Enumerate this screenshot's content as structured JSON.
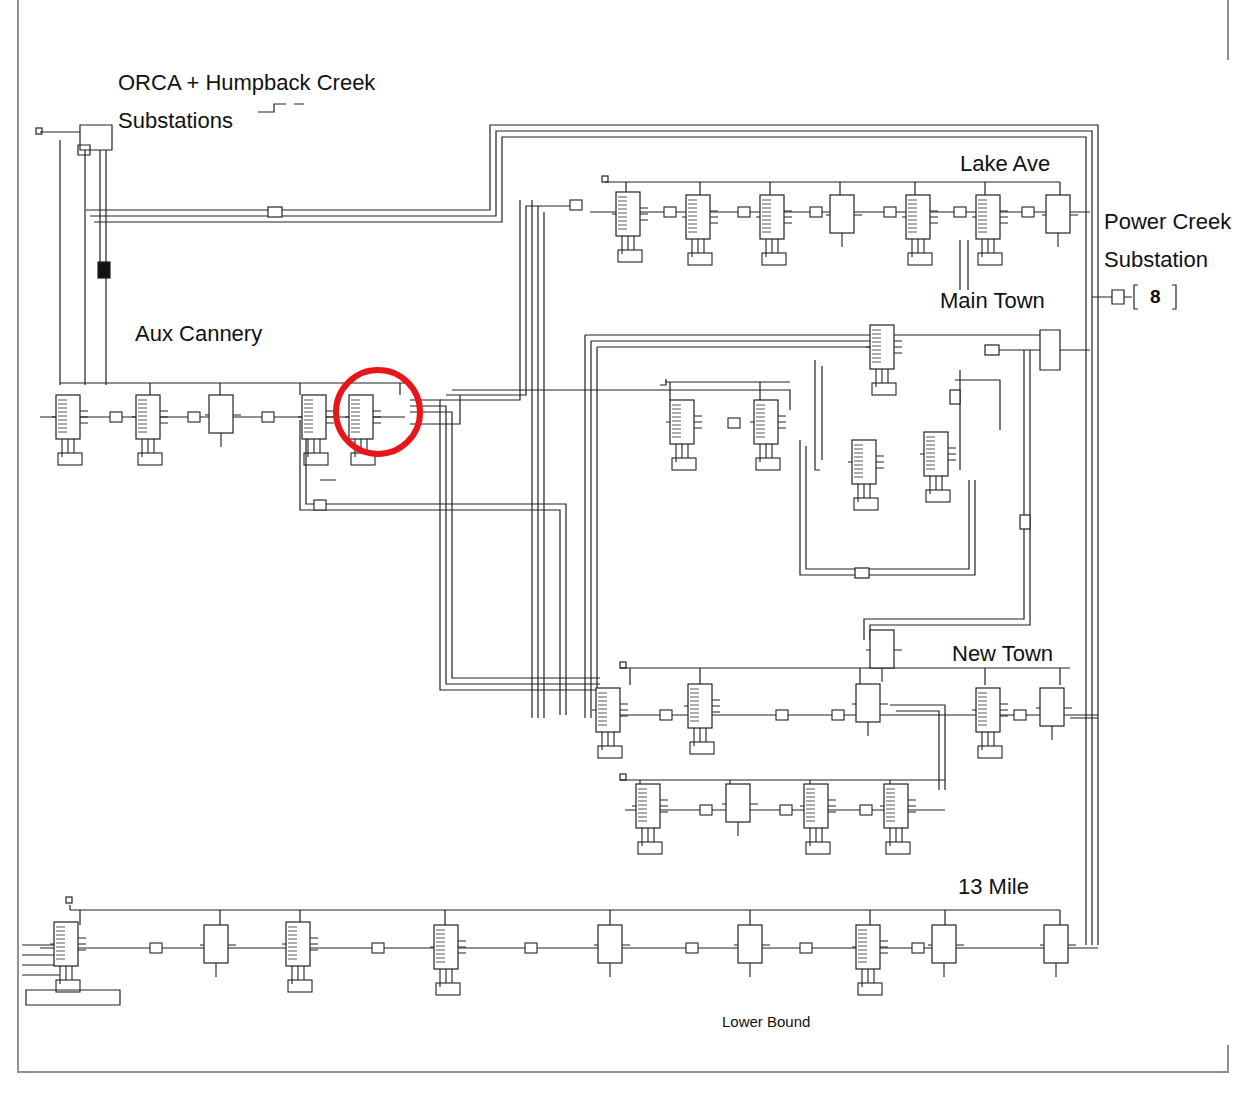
{
  "diagram": {
    "labels": [
      "ORCA + Humpback Creek Substations",
      "Aux Cannery",
      "Lake Ave",
      "Power Creek Substation",
      "Main Town",
      "New Town",
      "13 Mile",
      "Lower Bound",
      "8"
    ]
  }
}
